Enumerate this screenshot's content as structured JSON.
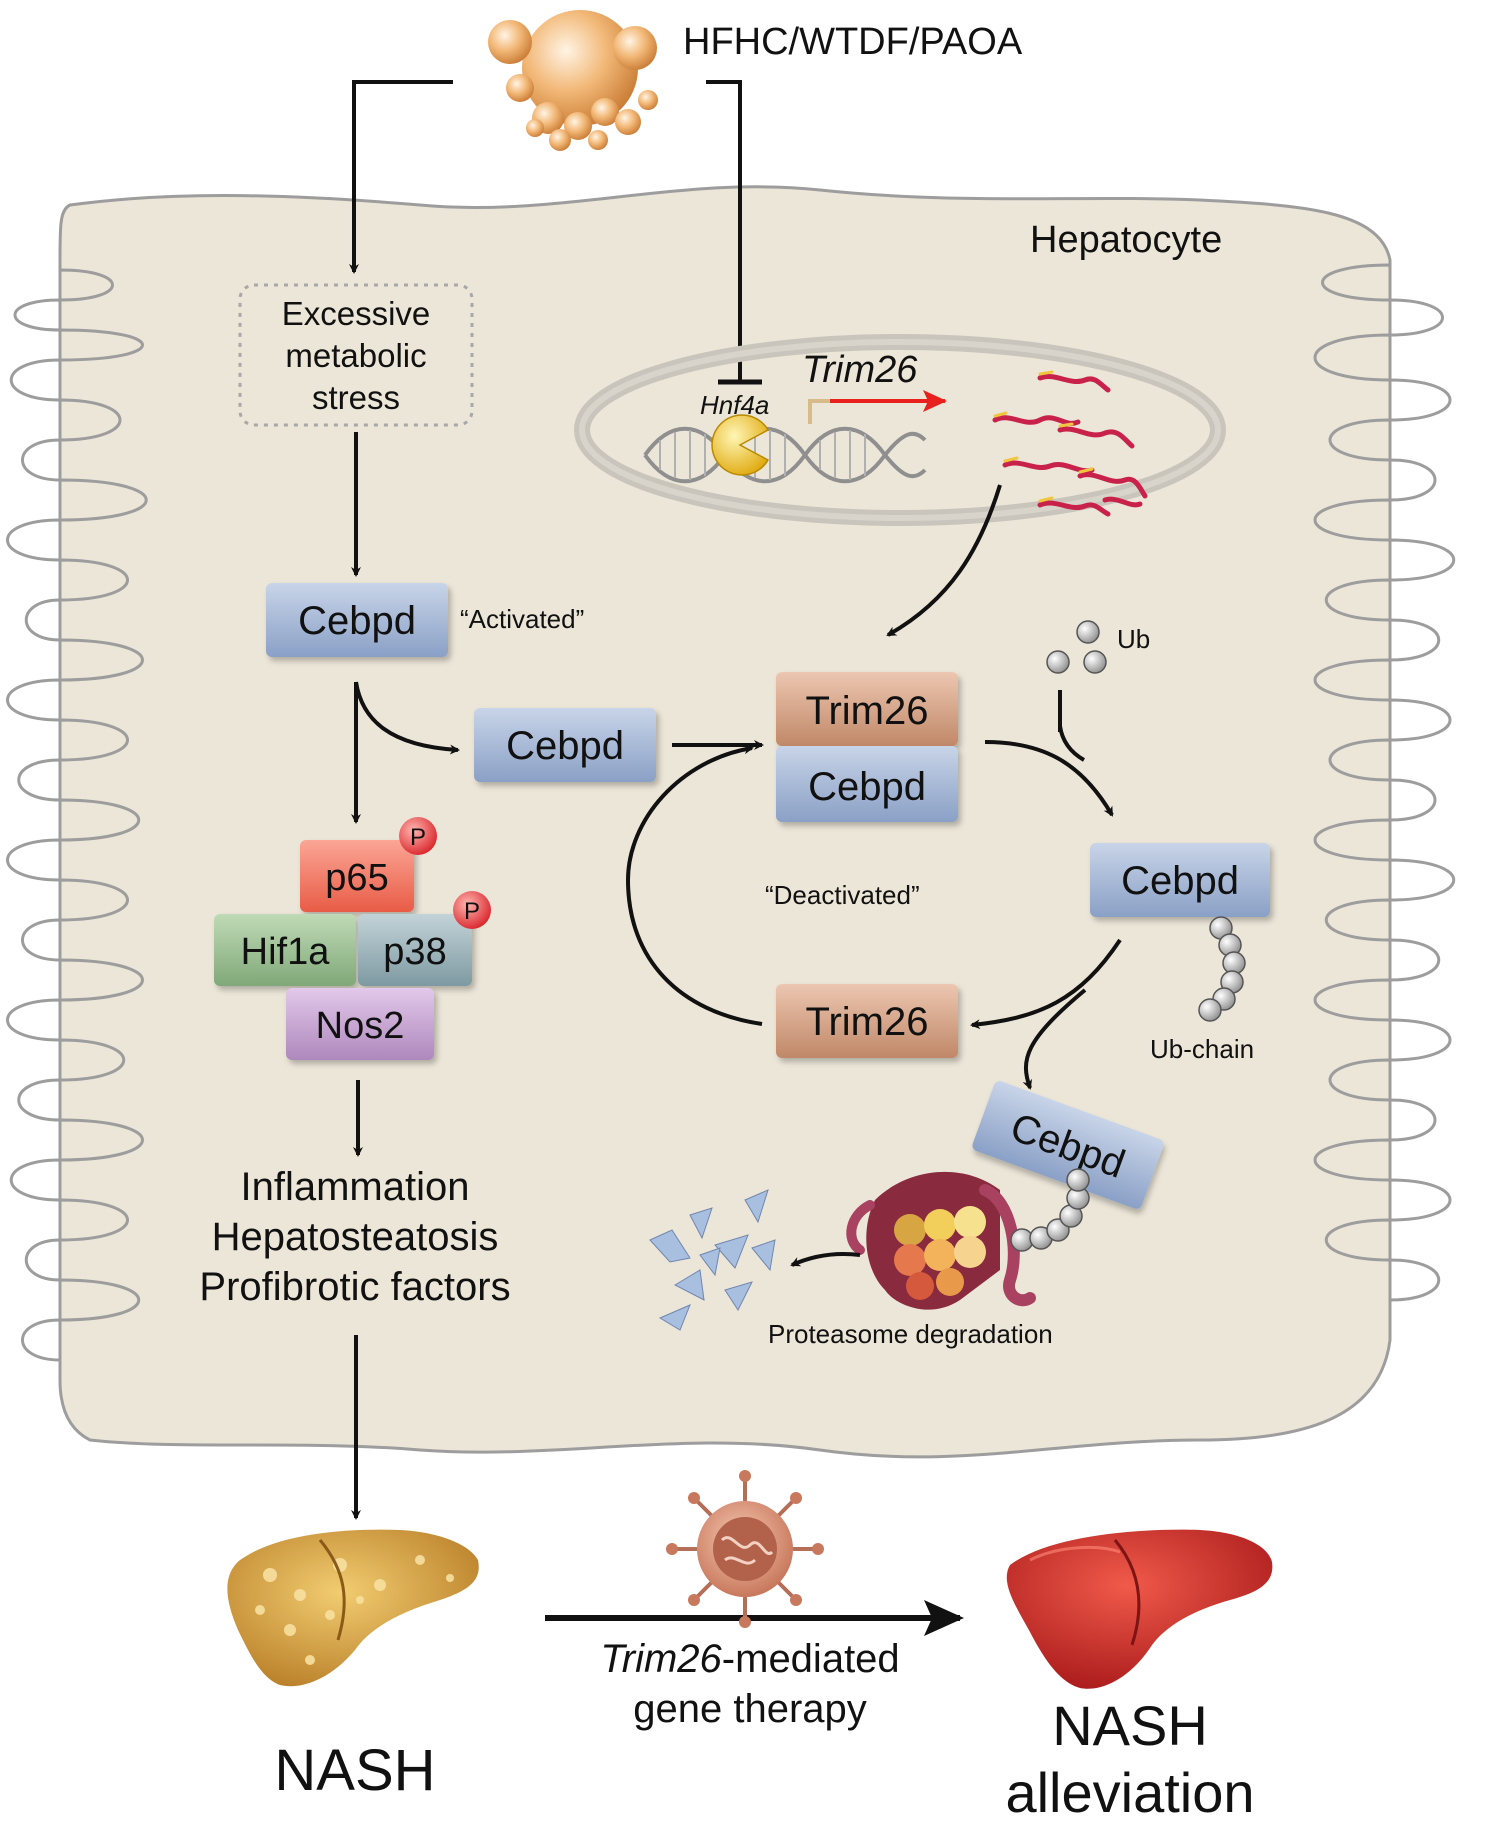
{
  "stimulus": {
    "label": "HFHC/WTDF/PAOA"
  },
  "cell": {
    "label": "Hepatocyte"
  },
  "stress": {
    "lines": [
      "Excessive",
      "metabolic",
      "stress"
    ]
  },
  "nucleus": {
    "hnf4a": "Hnf4a",
    "trim26_gene": "Trim26"
  },
  "cebpd_active": {
    "label": "Cebpd",
    "state": "“Activated”"
  },
  "cebpd_free": {
    "label": "Cebpd"
  },
  "complex": {
    "top": "Trim26",
    "bottom": "Cebpd"
  },
  "ubiquitin": {
    "label": "Ub"
  },
  "cebpd_ub": {
    "label": "Cebpd",
    "chain_label": "Ub-chain"
  },
  "cycle": {
    "state": "“Deactivated”"
  },
  "trim26_recycled": {
    "label": "Trim26"
  },
  "cebpd_deg": {
    "label": "Cebpd"
  },
  "proteasome": {
    "label": "Proteasome degradation"
  },
  "signaling": {
    "p65": "p65",
    "p_mark": "P",
    "hif1a": "Hif1a",
    "p38": "p38",
    "nos2": "Nos2"
  },
  "outcomes": {
    "lines": [
      "Inflammation",
      "Hepatosteatosis",
      "Profibrotic factors"
    ]
  },
  "nash": {
    "label": "NASH"
  },
  "therapy": {
    "gene": "Trim26",
    "suffix": "-mediated",
    "line2": "gene therapy"
  },
  "alleviation": {
    "line1": "NASH",
    "line2": "alleviation"
  },
  "colors": {
    "cell_fill": "#ece6d8",
    "cell_stroke": "#a3a3a3",
    "cebpd": "#a3b5d3",
    "trim26": "#d7a98e",
    "p65": "#f07560",
    "hif1a": "#9cc191",
    "p38": "#97b0b8",
    "nos2": "#c8a5d3",
    "phospho": "#e83f44",
    "red_arrow": "#e8201e"
  }
}
